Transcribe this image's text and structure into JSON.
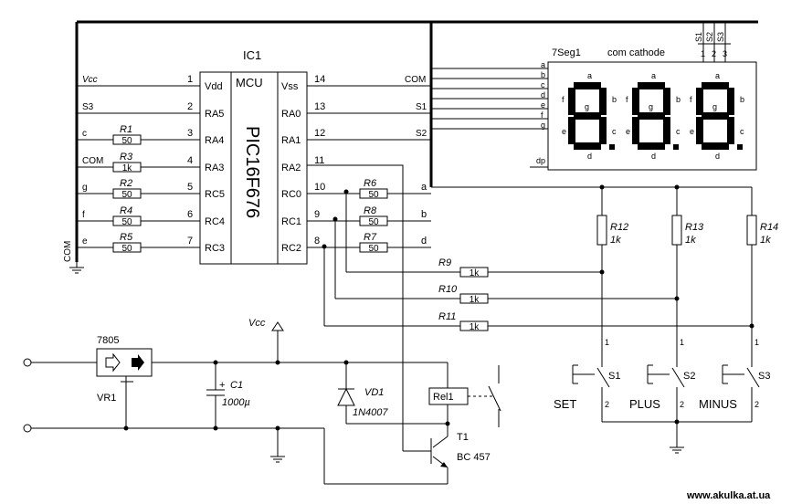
{
  "ic": {
    "ref": "IC1",
    "mcu": "MCU",
    "part": "PIC16F676",
    "left_pins": [
      {
        "num": "1",
        "name": "Vdd",
        "net": "Vcc",
        "res": null
      },
      {
        "num": "2",
        "name": "RA5",
        "net": "S3",
        "res": null
      },
      {
        "num": "3",
        "name": "RA4",
        "net": "c",
        "res": {
          "ref": "R1",
          "val": "50"
        }
      },
      {
        "num": "4",
        "name": "RA3",
        "net": "COM",
        "res": {
          "ref": "R3",
          "val": "1k"
        }
      },
      {
        "num": "5",
        "name": "RC5",
        "net": "g",
        "res": {
          "ref": "R2",
          "val": "50"
        }
      },
      {
        "num": "6",
        "name": "RC4",
        "net": "f",
        "res": {
          "ref": "R4",
          "val": "50"
        }
      },
      {
        "num": "7",
        "name": "RC3",
        "net": "e",
        "res": {
          "ref": "R5",
          "val": "50"
        }
      }
    ],
    "right_pins": [
      {
        "num": "14",
        "name": "Vss",
        "net": "COM",
        "res": null
      },
      {
        "num": "13",
        "name": "RA0",
        "net": "S1",
        "res": null
      },
      {
        "num": "12",
        "name": "RA1",
        "net": "S2",
        "res": null
      },
      {
        "num": "11",
        "name": "RA2",
        "net": "",
        "res": null
      },
      {
        "num": "10",
        "name": "RC0",
        "net": "a",
        "res": {
          "ref": "R6",
          "val": "50"
        }
      },
      {
        "num": "9",
        "name": "RC1",
        "net": "b",
        "res": {
          "ref": "R8",
          "val": "50"
        }
      },
      {
        "num": "8",
        "name": "RC2",
        "net": "d",
        "res": {
          "ref": "R7",
          "val": "50"
        }
      }
    ]
  },
  "com_label": "COM",
  "display": {
    "ref": "7Seg1",
    "type": "com cathode",
    "inputs": [
      "a",
      "b",
      "c",
      "d",
      "e",
      "f",
      "g"
    ],
    "dp": "dp",
    "commons": [
      {
        "name": "S1",
        "num": "1"
      },
      {
        "name": "S2",
        "num": "2"
      },
      {
        "name": "S3",
        "num": "3"
      }
    ],
    "seg_labels": [
      "a",
      "b",
      "c",
      "d",
      "e",
      "f",
      "g"
    ]
  },
  "pullups": [
    {
      "ref": "R12",
      "val": "1k"
    },
    {
      "ref": "R13",
      "val": "1k"
    },
    {
      "ref": "R14",
      "val": "1k"
    }
  ],
  "sense_res": [
    {
      "ref": "R9",
      "val": "1k"
    },
    {
      "ref": "R10",
      "val": "1k"
    },
    {
      "ref": "R11",
      "val": "1k"
    }
  ],
  "switches": [
    {
      "ref": "S1",
      "name": "SET",
      "pin1": "1",
      "pin2": "2"
    },
    {
      "ref": "S2",
      "name": "PLUS",
      "pin1": "1",
      "pin2": "2"
    },
    {
      "ref": "S3",
      "name": "MINUS",
      "pin1": "1",
      "pin2": "2"
    }
  ],
  "power": {
    "reg_part": "7805",
    "reg_ref": "VR1",
    "vcc": "Vcc",
    "cap_ref": "C1",
    "cap_val": "1000µ",
    "diode_ref": "VD1",
    "diode_part": "1N4007",
    "relay": "Rel1",
    "tr_ref": "T1",
    "tr_part": "BC 457"
  },
  "watermark": "www.akulka.at.ua"
}
